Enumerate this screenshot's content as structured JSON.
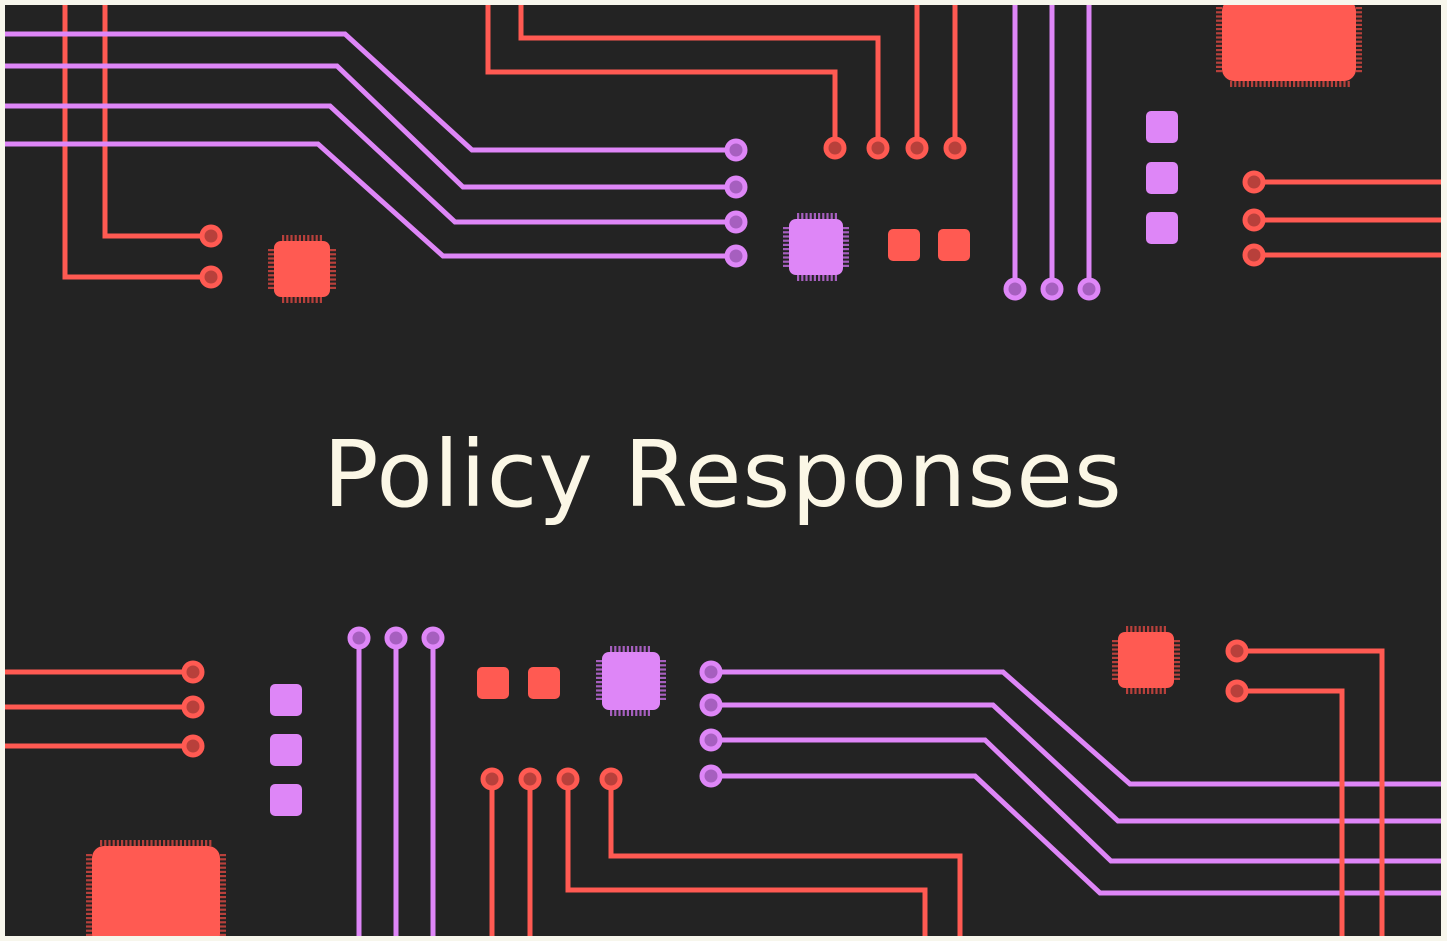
{
  "title": "Policy Responses",
  "colors": {
    "background": "#232323",
    "frame": "#f7f6ec",
    "title": "#fbf7e6",
    "red": "#ff5a52",
    "red_dark": "#b8403b",
    "violet": "#de86f7",
    "violet_dark": "#a65fbf"
  },
  "decorations": [
    "circuit-traces",
    "microchips",
    "solder-pads"
  ]
}
